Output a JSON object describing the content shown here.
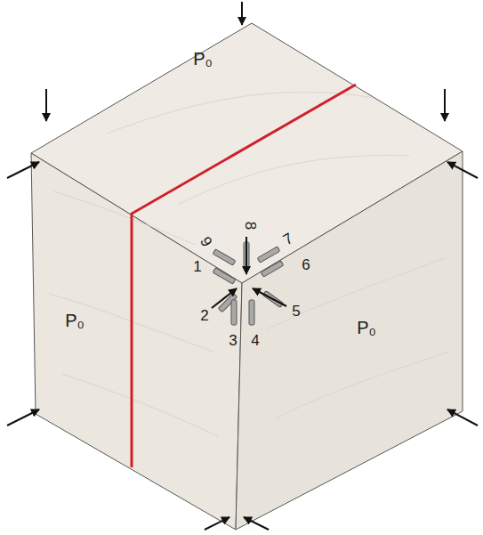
{
  "diagram": {
    "labels": [
      "P₀",
      "P₀",
      "P₀",
      "1",
      "2",
      "3",
      "4",
      "5",
      "6",
      "7",
      "8",
      "9"
    ]
  }
}
